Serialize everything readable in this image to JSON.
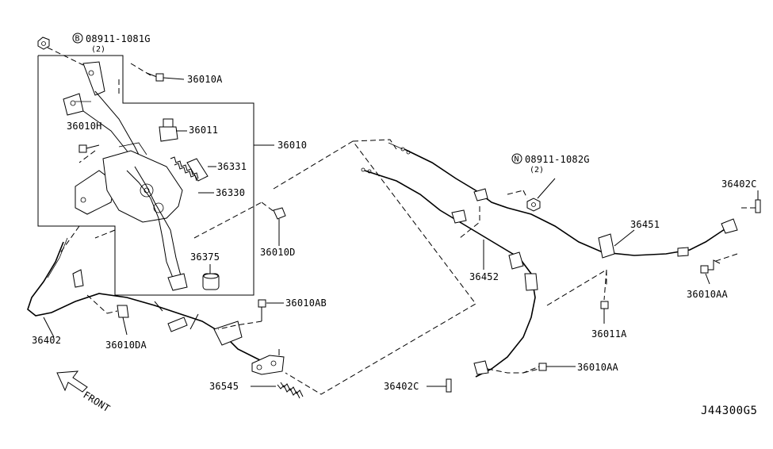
{
  "labels": {
    "nut_b": "08911-1081G",
    "nut_b_qty": "(2)",
    "nut_b_symbol": "B",
    "bolt_36010a": "36010A",
    "bolt_36010h": "36010H",
    "switch_36011": "36011",
    "assy_36010": "36010",
    "spring_36331": "36331",
    "spring_36330": "36330",
    "pad_36375": "36375",
    "clip_36010d": "36010D",
    "nut_n": "08911-1082G",
    "nut_n_qty": "(2)",
    "nut_n_symbol": "N",
    "pin_36402c_top": "36402C",
    "cable_36451": "36451",
    "cable_36452": "36452",
    "bolt_36010aa_right": "36010AA",
    "bolt_36011a": "36011A",
    "bolt_36010aa_bottom": "36010AA",
    "pin_36402c_bottom": "36402C",
    "bolt_36010ab": "36010AB",
    "cable_36402": "36402",
    "clip_36010da": "36010DA",
    "spring_36545": "36545",
    "front": "FRONT",
    "diagram_id": "J44300G5"
  },
  "icons": {
    "front_arrow": "front-arrow-icon"
  }
}
